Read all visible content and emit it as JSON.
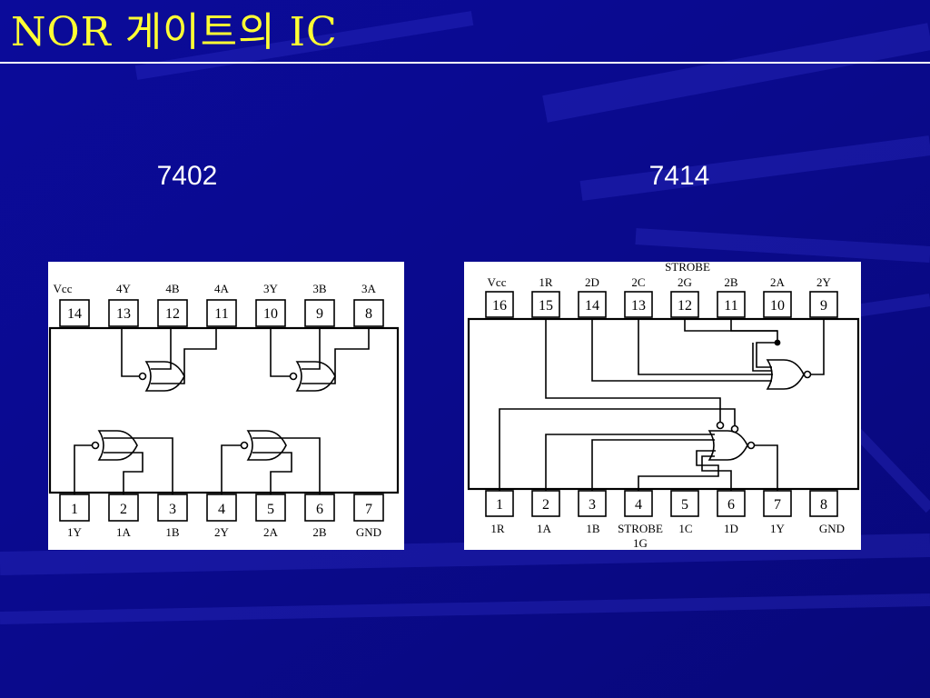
{
  "title": "NOR 게이트의 IC",
  "chips": [
    {
      "label": "7402",
      "pins_top": [
        {
          "num": "14",
          "name": "Vcc"
        },
        {
          "num": "13",
          "name": "4Y"
        },
        {
          "num": "12",
          "name": "4B"
        },
        {
          "num": "11",
          "name": "4A"
        },
        {
          "num": "10",
          "name": "3Y"
        },
        {
          "num": "9",
          "name": "3B"
        },
        {
          "num": "8",
          "name": "3A"
        }
      ],
      "pins_bottom": [
        {
          "num": "1",
          "name": "1Y"
        },
        {
          "num": "2",
          "name": "1A"
        },
        {
          "num": "3",
          "name": "1B"
        },
        {
          "num": "4",
          "name": "2Y"
        },
        {
          "num": "5",
          "name": "2A"
        },
        {
          "num": "6",
          "name": "2B"
        },
        {
          "num": "7",
          "name": "GND"
        }
      ]
    },
    {
      "label": "7414",
      "strobe_top": "STROBE",
      "pins_top": [
        {
          "num": "16",
          "name": "Vcc"
        },
        {
          "num": "15",
          "name": "1R"
        },
        {
          "num": "14",
          "name": "2D"
        },
        {
          "num": "13",
          "name": "2C"
        },
        {
          "num": "12",
          "name": "2G"
        },
        {
          "num": "11",
          "name": "2B"
        },
        {
          "num": "10",
          "name": "2A"
        },
        {
          "num": "9",
          "name": "2Y"
        }
      ],
      "pins_bottom": [
        {
          "num": "1",
          "name": "1R"
        },
        {
          "num": "2",
          "name": "1A"
        },
        {
          "num": "3",
          "name": "1B"
        },
        {
          "num": "4",
          "name": "STROBE"
        },
        {
          "num": "5",
          "name": "1C"
        },
        {
          "num": "6",
          "name": "1D"
        },
        {
          "num": "7",
          "name": "1Y"
        },
        {
          "num": "8",
          "name": "GND"
        }
      ],
      "strobe_bottom_sub": "1G"
    }
  ],
  "colors": {
    "background": "#0a0a8e",
    "title": "#ffff33",
    "rule": "#ffffff",
    "diagram_bg": "#ffffff",
    "line": "#000000"
  }
}
